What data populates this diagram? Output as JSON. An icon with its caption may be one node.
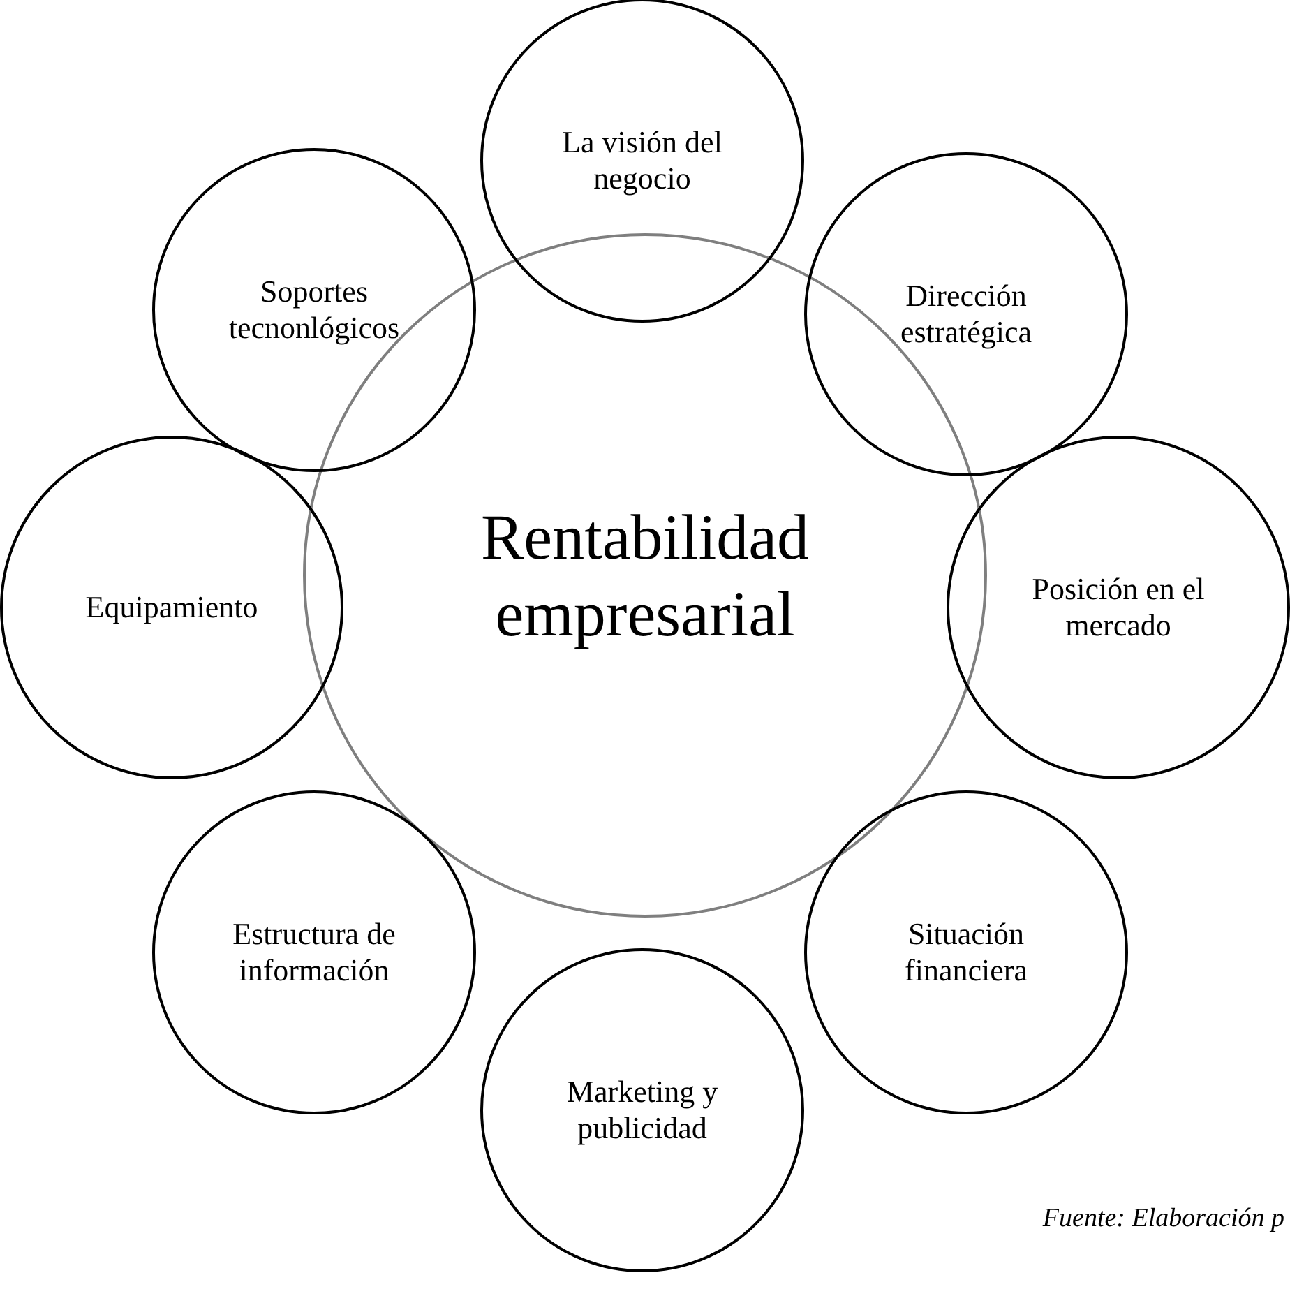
{
  "diagram": {
    "caption": "Fuente: Elaboración p",
    "nodes": [
      {
        "text": [
          "Rentabilidad empresarial"
        ]
      },
      {
        "text": [
          "La visión del negocio"
        ]
      },
      {
        "text": [
          "Dirección estratégica"
        ]
      },
      {
        "text": [
          "Posición en el mercado"
        ]
      },
      {
        "text": [
          "Situación financiera"
        ]
      },
      {
        "text": [
          "Marketing y publicidad"
        ]
      },
      {
        "text": [
          "Estructura de información"
        ]
      },
      {
        "text": [
          "Equipamiento"
        ]
      },
      {
        "text": [
          "Soportes tecnonlógicos"
        ]
      }
    ]
  }
}
